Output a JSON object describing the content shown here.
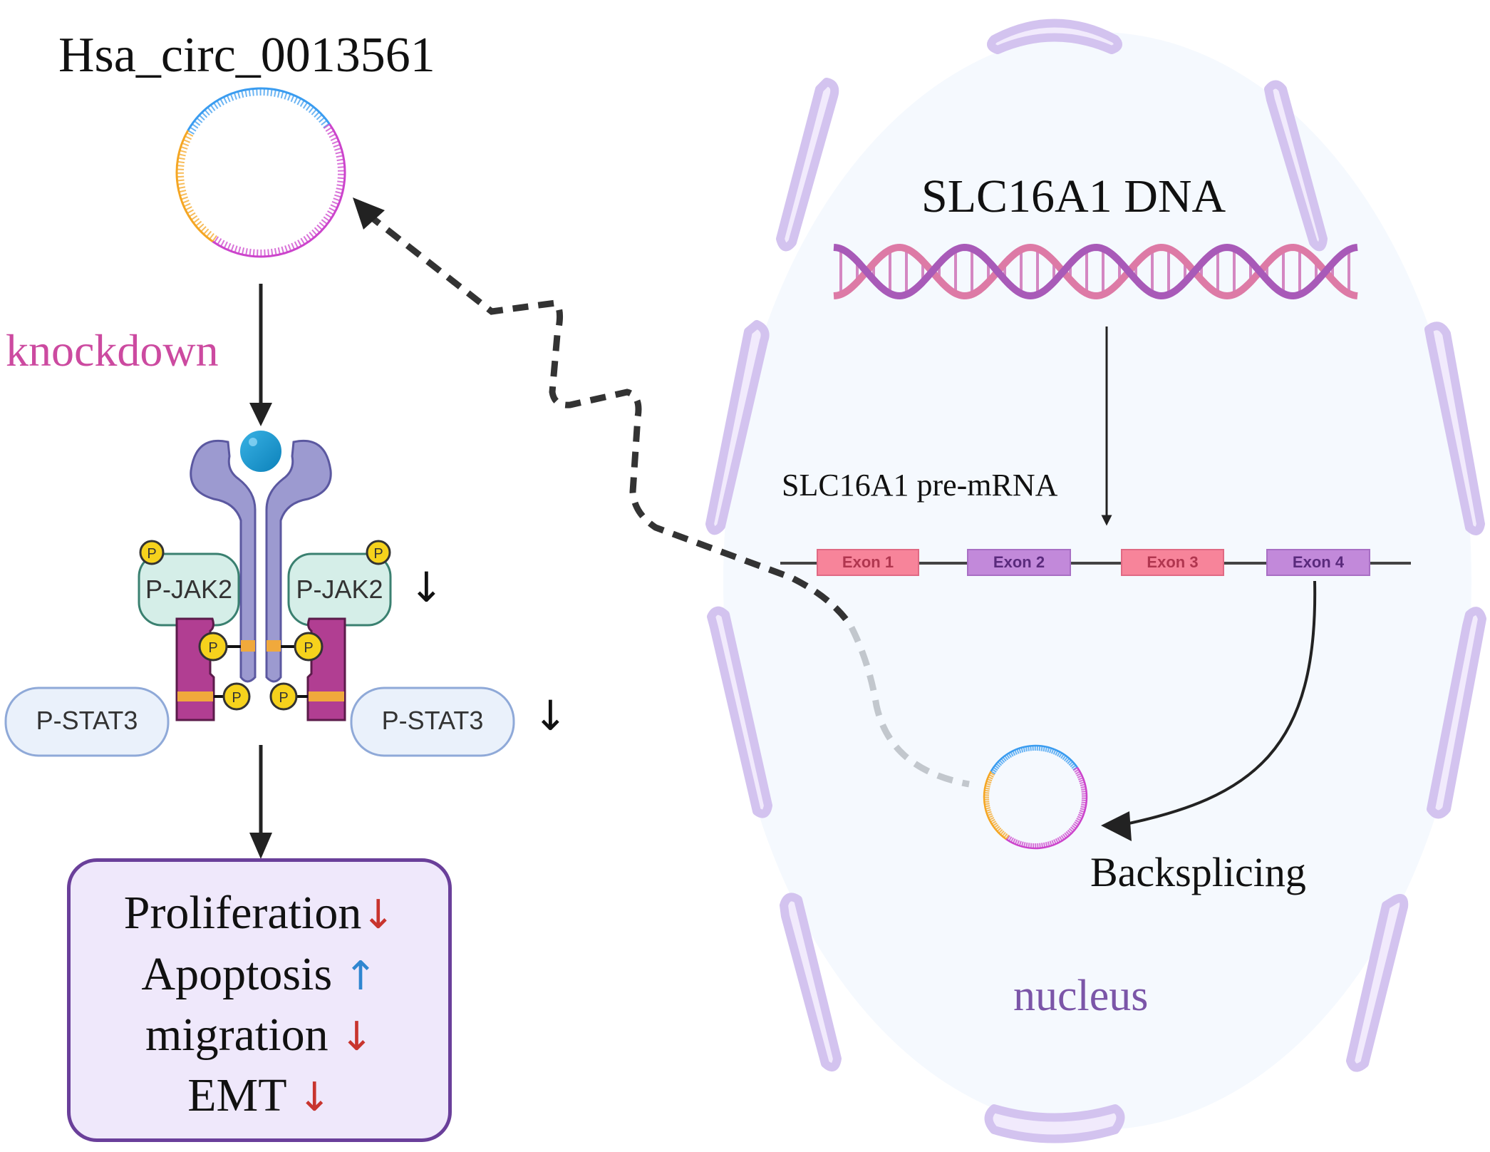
{
  "figure": {
    "circrna_title": "Hsa_circ_0013561",
    "knockdown_label": "knockdown",
    "dna_label": "SLC16A1 DNA",
    "premrna_label": "SLC16A1 pre-mRNA",
    "backsplicing_label": "Backsplicing",
    "nucleus_label": "nucleus",
    "exons": [
      {
        "label": "Exon 1",
        "color": "pink"
      },
      {
        "label": "Exon 2",
        "color": "purple"
      },
      {
        "label": "Exon 3",
        "color": "pink"
      },
      {
        "label": "Exon 4",
        "color": "purple"
      }
    ],
    "signaling": {
      "jak2_left": "P-JAK2",
      "jak2_right": "P-JAK2",
      "stat3_left": "P-STAT3",
      "stat3_right": "P-STAT3",
      "phospho_label": "P",
      "jak2_change": "↓",
      "stat3_change": "↓"
    },
    "outcomes": [
      {
        "label": "Proliferation",
        "change": "↓",
        "direction": "down"
      },
      {
        "label": "Apoptosis",
        "change": "↑",
        "direction": "up"
      },
      {
        "label": "migration",
        "change": "↓",
        "direction": "down"
      },
      {
        "label": "EMT",
        "change": "↓",
        "direction": "down"
      }
    ],
    "colors": {
      "down": "#c8342e",
      "up": "#2f86d0",
      "knockdown": "#cc4aa0",
      "nucleus_text": "#7b55a8",
      "circ_blue": "#3a9cf0",
      "circ_orange": "#f5a623",
      "circ_magenta": "#cc44cc"
    }
  }
}
